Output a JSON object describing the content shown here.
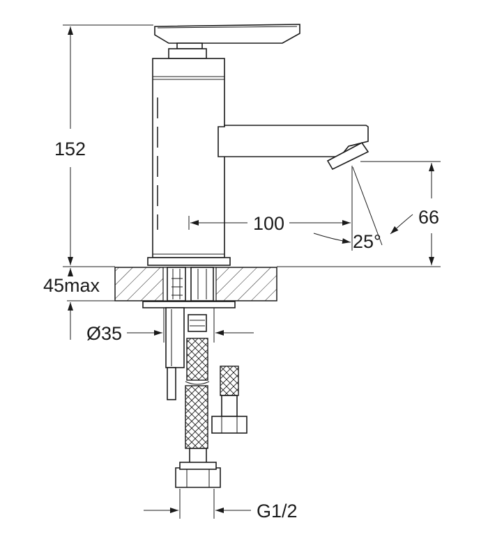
{
  "dimensions": {
    "total_height": "152",
    "spout_reach": "100",
    "spout_height": "66",
    "spout_angle": "25°",
    "deck_thickness": "45max",
    "hole_diameter": "Ø35",
    "connection_thread": "G1/2"
  },
  "colors": {
    "line": "#1a1a1a",
    "background": "#ffffff"
  }
}
